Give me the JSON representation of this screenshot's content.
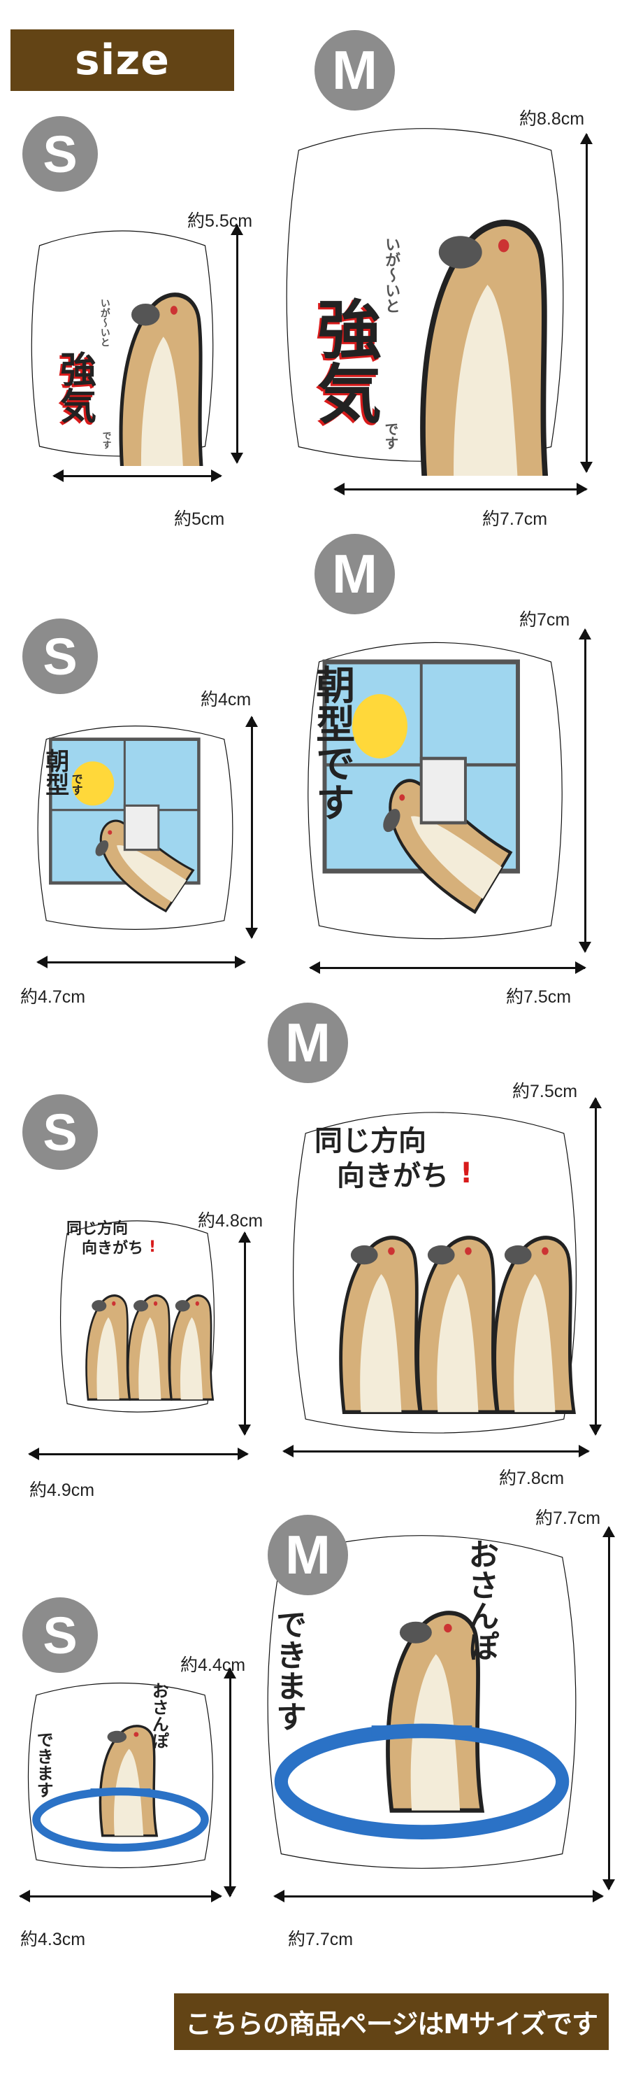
{
  "header": {
    "title": "size"
  },
  "labels": {
    "size_m": "M",
    "size_s": "S"
  },
  "sections": [
    {
      "design": "強気",
      "sticker_text": {
        "small": "いが～いと",
        "main": "強気",
        "end": "です"
      },
      "s": {
        "height": "約5.5cm",
        "width": "約5cm"
      },
      "m": {
        "height": "約8.8cm",
        "width": "約7.7cm"
      }
    },
    {
      "design": "朝型です",
      "sticker_text": {
        "main": "朝型",
        "end": "です"
      },
      "s": {
        "height": "約4cm",
        "width": "約4.7cm"
      },
      "m": {
        "height": "約7cm",
        "width": "約7.5cm"
      }
    },
    {
      "design": "同じ方向向きがち!",
      "sticker_text": {
        "line1": "同じ方向",
        "line2": "向きがち",
        "mark": "!"
      },
      "s": {
        "height": "約4.8cm",
        "width": "約4.9cm"
      },
      "m": {
        "height": "約7.5cm",
        "width": "約7.8cm"
      }
    },
    {
      "design": "おさんぽできます",
      "sticker_text": {
        "line1": "おさんぽ",
        "line2": "できます"
      },
      "s": {
        "height": "約4.4cm",
        "width": "約4.3cm"
      },
      "m": {
        "height": "約7.7cm",
        "width": "約7.7cm"
      }
    }
  ],
  "footer": {
    "note": "こちらの商品ページはMサイズです"
  },
  "colors": {
    "banner": "#634415",
    "circle": "#8c8c8c",
    "meerkat": "#d6b07a",
    "sky": "#9fd6ef",
    "leash": "#2b72c6",
    "accent_red": "#d81b1b"
  }
}
